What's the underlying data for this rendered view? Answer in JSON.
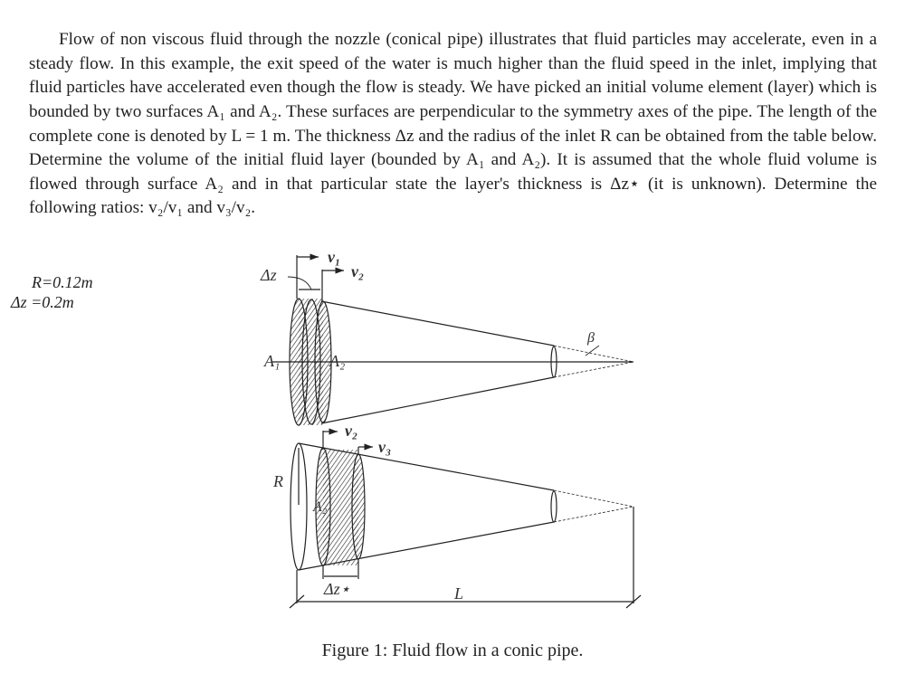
{
  "problem_text": "Flow of non viscous fluid through the nozzle (conical pipe) illustrates that fluid particles may accelerate, even in a steady flow. In this example, the exit speed of the water is much higher than the fluid speed in the inlet, implying that fluid particles have accelerated even though the flow is steady. We have picked an initial volume element (layer) which is bounded by two surfaces A₁ and A₂. These surfaces are perpendicular to the symmetry axes of the pipe. The length of the complete cone is denoted by L = 1 m. The thickness Δz and the radius of the inlet R can be obtained from the table below. Determine the volume of the initial fluid layer (bounded by A₁ and A₂). It is assumed that the whole fluid volume is flowed through surface A₂ and in that particular state the layer's thickness is Δz⋆ (it is unknown). Determine the following ratios: v₂/v₁ and v₃/v₂.",
  "given": {
    "R": "R=0.12m",
    "dz": "Δz =0.2m"
  },
  "figure": {
    "labels": {
      "dz": "Δz",
      "v1": "v₁",
      "v2": "v₂",
      "A1": "A₁",
      "A2": "A₂",
      "beta": "β",
      "v2b": "v₂",
      "v3": "v₃",
      "R": "R",
      "A2b": "A₂",
      "dzstar": "Δz⋆",
      "L": "L"
    },
    "caption": "Figure 1: Fluid flow in a conic pipe."
  }
}
